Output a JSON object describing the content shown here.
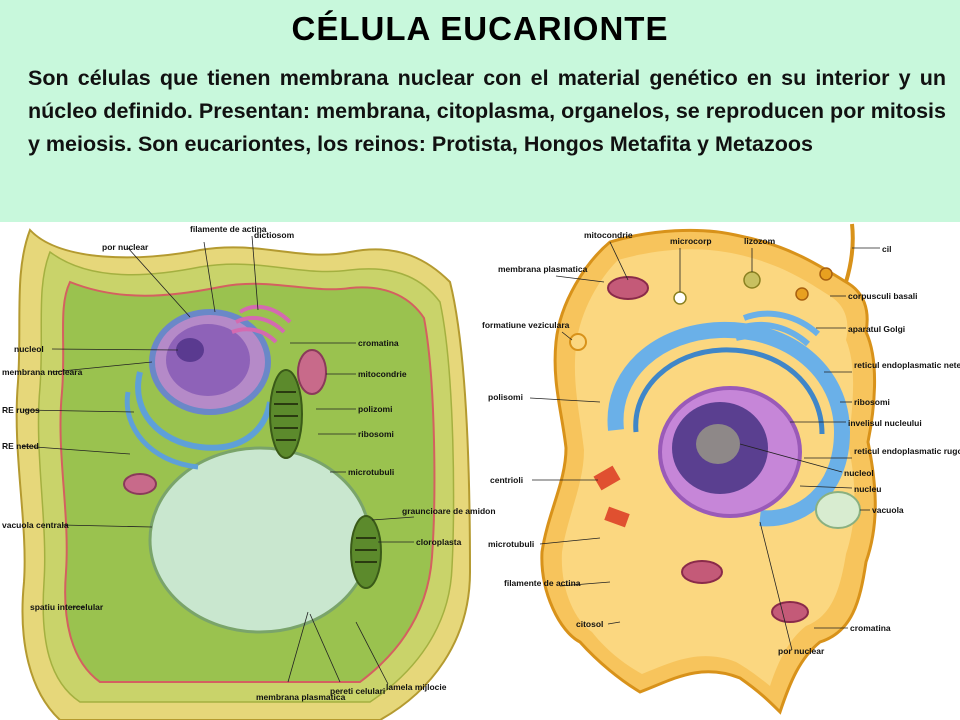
{
  "page": {
    "background_color": "#c8f8dc",
    "title": "CÉLULA EUCARIONTE",
    "paragraph": "Son células que tienen membrana nuclear con el material genético en su interior y un núcleo definido. Presentan: membrana, citoplasma, organelos, se reproducen por mitosis y meiosis. Son eucariontes, los reinos: Protista, Hongos Metafita y Metazoos"
  },
  "plant_cell": {
    "labels": {
      "por_nuclear": "por nuclear",
      "filamente_de_actina": "filamente de actina",
      "dictiosom": "dictiosom",
      "cromatina": "cromatina",
      "nucleol": "nucleol",
      "membrana_nucleara": "membrana nucleara",
      "mitocondrie": "mitocondrie",
      "re_rugos": "RE rugos",
      "re_neted": "RE neted",
      "polizomi": "polizomi",
      "ribosomi": "ribosomi",
      "microtubuli": "microtubuli",
      "vacuola_centrala": "vacuola centrala",
      "grauncioare_de_amidon": "grauncioare de amidon",
      "cloroplasta": "cloroplasta",
      "spatiu_intercelular": "spatiu intercelular",
      "membrana_plasmatica": "membrana plasmatica",
      "pereti_celulari": "pereti celulari",
      "lamela_mijlocie": "lamela mijlocie"
    }
  },
  "animal_cell": {
    "labels": {
      "mitocondrie": "mitocondrie",
      "microcorp": "microcorp",
      "lizozom": "lizozom",
      "cil": "cil",
      "membrana_plasmatica": "membrana plasmatica",
      "corpusculi_basali": "corpusculi basali",
      "formatiune_veziculara": "formatiune veziculara",
      "aparatul_golgi": "aparatul Golgi",
      "reticul_endoplasmatic_neted": "reticul endoplasmatic neted",
      "polisomi": "polisomi",
      "ribosomi": "ribosomi",
      "invelisul_nucleului": "invelisul nucleului",
      "reticul_endoplasmatic_rugos": "reticul endoplasmatic rugos",
      "nucleol": "nucleol",
      "centrioli": "centrioli",
      "nucleu": "nucleu",
      "vacuola": "vacuola",
      "microtubuli": "microtubuli",
      "filamente_de_actina": "filamente de actina",
      "citosol": "citosol",
      "por_nuclear": "por nuclear",
      "cromatina": "cromatina"
    }
  }
}
